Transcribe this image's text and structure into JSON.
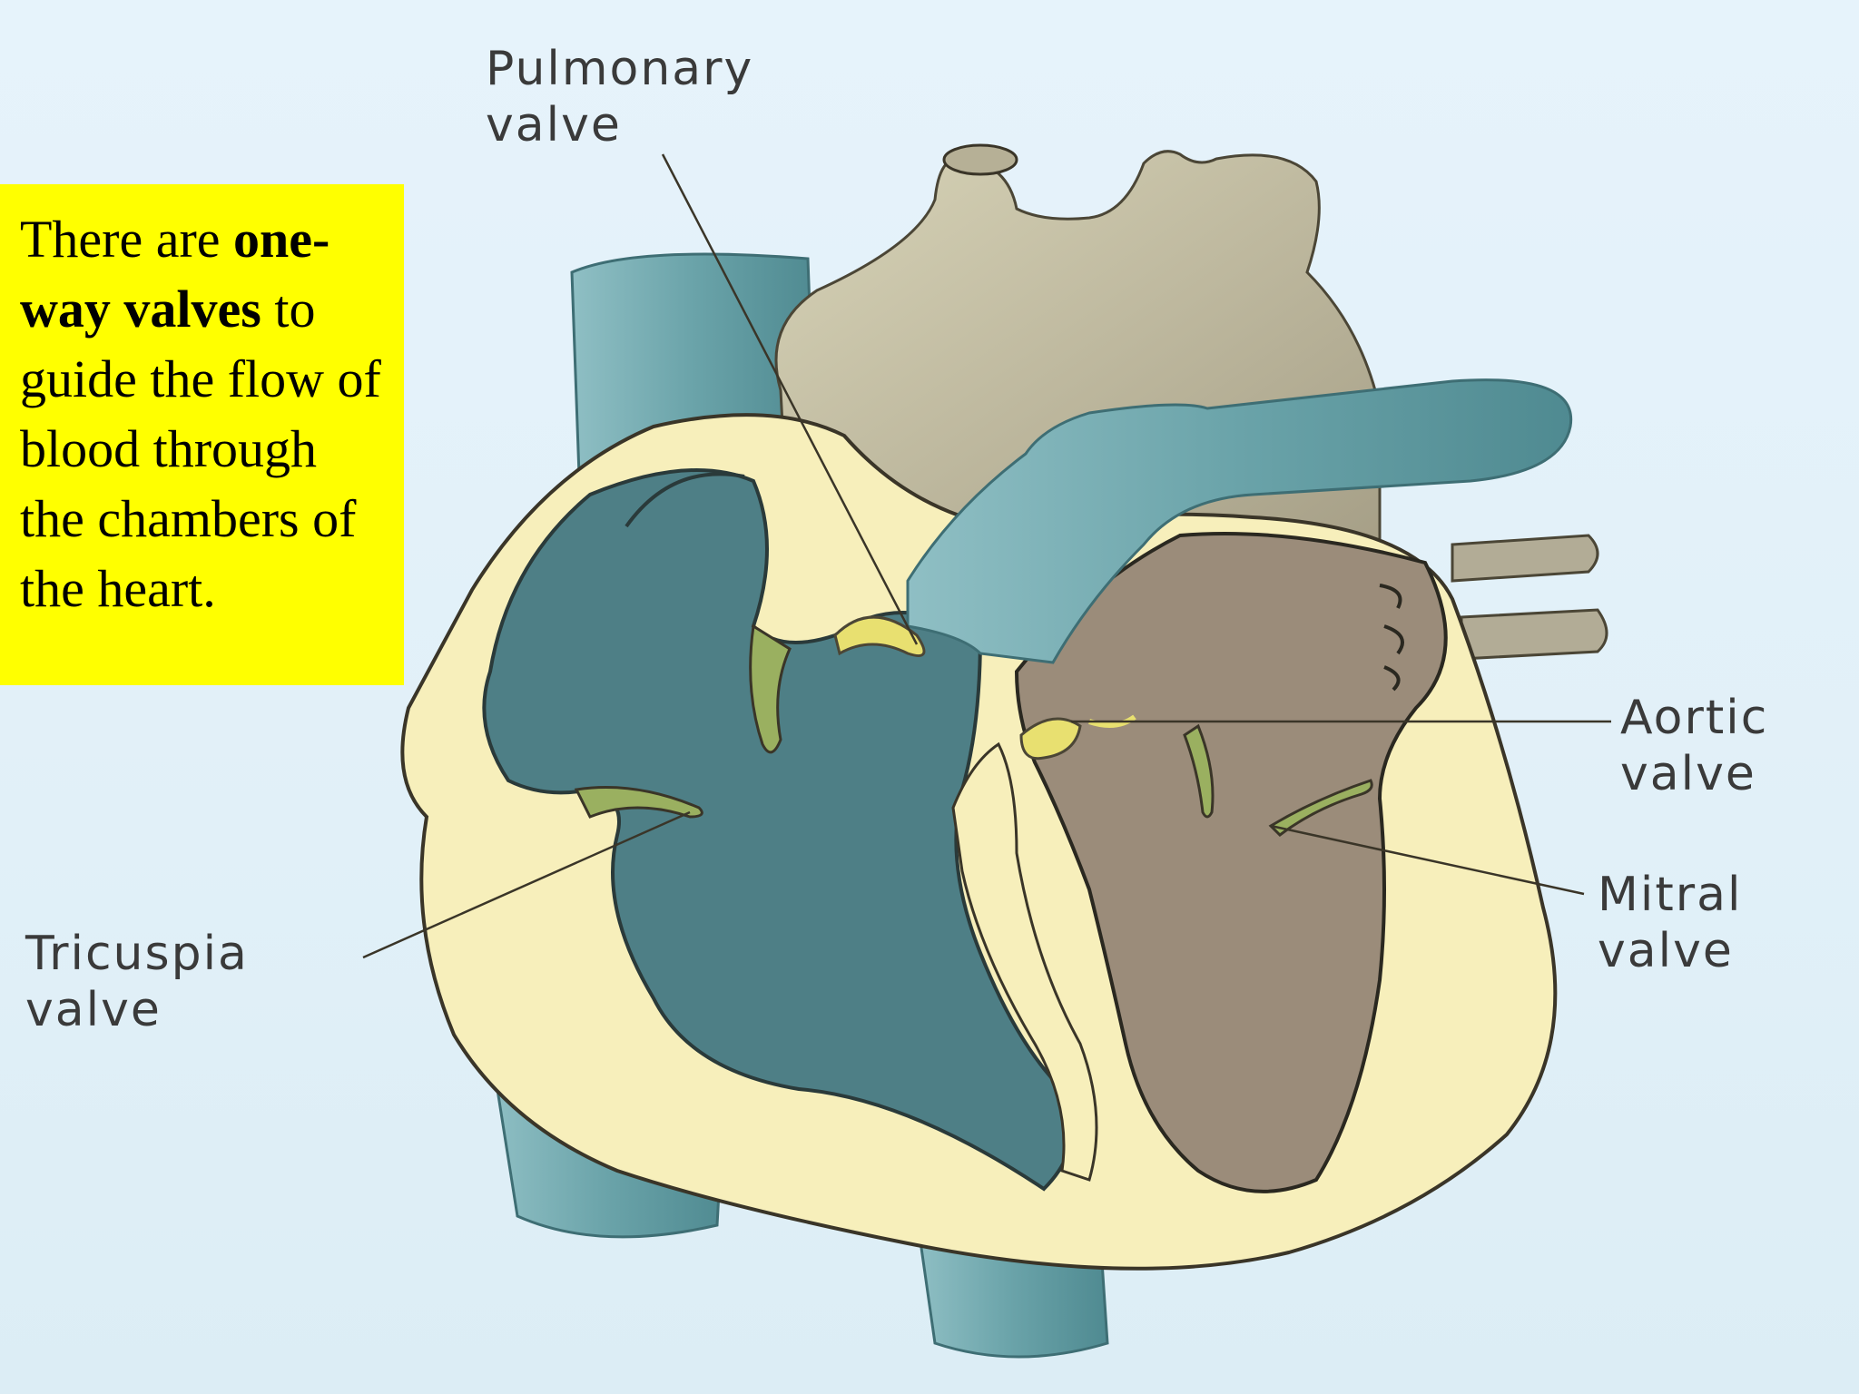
{
  "callout": {
    "prefix": "There are ",
    "bold": "one-way valves",
    "suffix": " to guide the flow of blood through the chambers of the heart."
  },
  "labels": {
    "pulmonary": "Pulmonary\nvalve",
    "aortic": "Aortic\nvalve",
    "mitral": "Mitral\nvalve",
    "tricuspid": "Tricuspia\nvalve"
  },
  "colors": {
    "background": "#e3f1f9",
    "callout_bg": "#ffff00",
    "deoxygenated_blood": "#4e7f86",
    "oxygenated_blood": "#9a8a78",
    "heart_wall": "#f6efb8",
    "vessel": "#6fa6ac",
    "aorta": "#b9b39a",
    "valve": "#e8e070"
  }
}
